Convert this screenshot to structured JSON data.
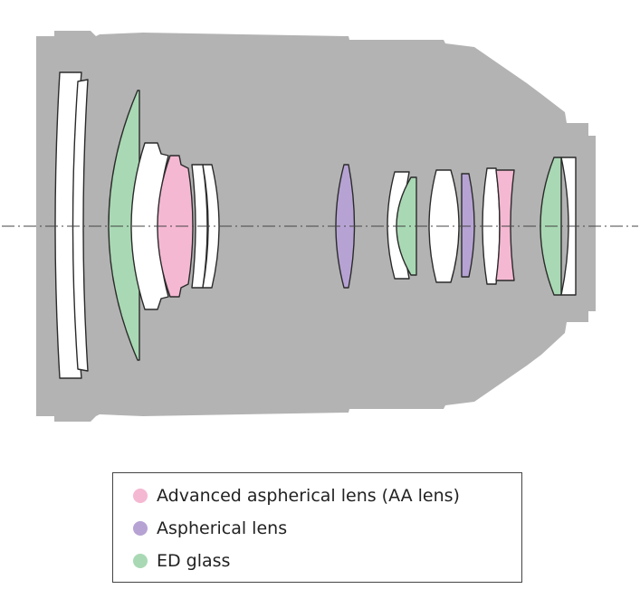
{
  "colors": {
    "barrel": "#b3b3b3",
    "plain_glass": "#ffffff",
    "outline": "#2b2b2b",
    "axis": "#444444",
    "aa_lens": "#f5b8d2",
    "aspherical": "#b6a3d3",
    "ed_glass": "#a9d9b4"
  },
  "legend": {
    "items": [
      {
        "key": "aa_lens",
        "label": "Advanced aspherical lens (AA lens)",
        "color": "#f5b8d2",
        "icon": "pink-circle-icon"
      },
      {
        "key": "aspherical",
        "label": "Aspherical lens",
        "color": "#b6a3d3",
        "icon": "purple-circle-icon"
      },
      {
        "key": "ed_glass",
        "label": "ED glass",
        "color": "#a9d9b4",
        "icon": "green-circle-icon"
      }
    ]
  },
  "lens_elements": [
    {
      "id": 1,
      "type": "plain"
    },
    {
      "id": 2,
      "type": "plain"
    },
    {
      "id": 3,
      "type": "ed_glass"
    },
    {
      "id": 4,
      "type": "plain"
    },
    {
      "id": 5,
      "type": "aa_lens"
    },
    {
      "id": 6,
      "type": "plain"
    },
    {
      "id": 7,
      "type": "plain"
    },
    {
      "id": 8,
      "type": "aspherical"
    },
    {
      "id": 9,
      "type": "plain"
    },
    {
      "id": 10,
      "type": "ed_glass"
    },
    {
      "id": 11,
      "type": "plain"
    },
    {
      "id": 12,
      "type": "aspherical"
    },
    {
      "id": 13,
      "type": "plain"
    },
    {
      "id": 14,
      "type": "aa_lens"
    },
    {
      "id": 15,
      "type": "ed_glass"
    },
    {
      "id": 16,
      "type": "plain"
    }
  ]
}
